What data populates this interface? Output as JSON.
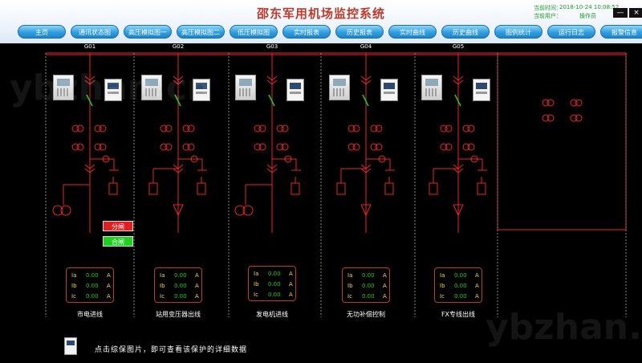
{
  "app": {
    "title": "邵东军用机场监控系统",
    "time_label": "当前时间：",
    "time_value": "2018-10-24 10:08:52",
    "user_label": "当前用户：",
    "user_value": "操作员",
    "minimize": "—",
    "close": "×"
  },
  "nav": [
    "主页",
    "通讯状态图",
    "高压模拟图一",
    "高压模拟图二",
    "低压模拟图",
    "实时报表",
    "历史报表",
    "实时曲线",
    "历史曲线",
    "图例统计",
    "运行日志",
    "报警信息"
  ],
  "feeders": [
    {
      "bus": "G01",
      "name": "市电进线",
      "ia": "0.00",
      "ib": "0.00",
      "ic": "0.00",
      "unit": "A"
    },
    {
      "bus": "G02",
      "name": "站用变压器出线",
      "ia": "0.00",
      "ib": "0.00",
      "ic": "0.00",
      "unit": "A"
    },
    {
      "bus": "G03",
      "name": "发电机进线",
      "ia": "0.00",
      "ib": "0.00",
      "ic": "0.00",
      "unit": "A"
    },
    {
      "bus": "G04",
      "name": "无功补偿控制",
      "ia": "0.00",
      "ib": "0.00",
      "ic": "0.00",
      "unit": "A"
    },
    {
      "bus": "G05",
      "name": "FX专线出线",
      "ia": "0.00",
      "ib": "0.00",
      "ic": "0.00",
      "unit": "A"
    }
  ],
  "labels": {
    "ia": "Ia",
    "ib": "Ib",
    "ic": "Ic"
  },
  "controls": {
    "open": "分闸",
    "close": "合闸"
  },
  "hint": "点击综保图片，即可查看该保护的详细数据",
  "watermark": "ybzhan.cn",
  "colors": {
    "line": "#e8262b",
    "accent_green": "#1fd01f",
    "nav": "#2f9fe0"
  }
}
